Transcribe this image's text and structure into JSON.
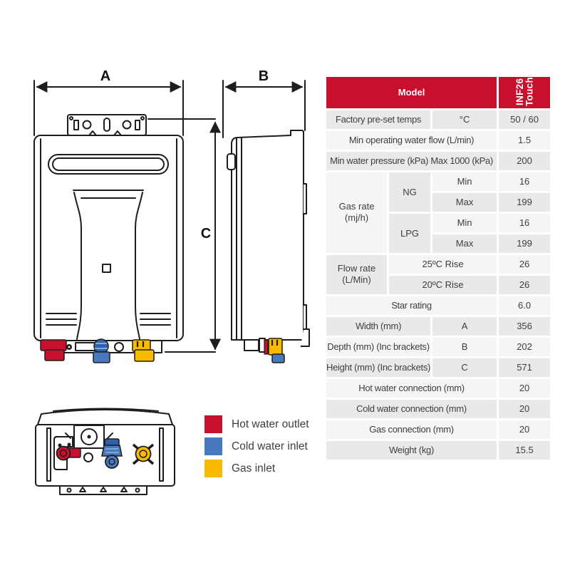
{
  "colors": {
    "brand_red": "#C8102E",
    "hot_water_red": "#C8102E",
    "cold_water_blue": "#4878BE",
    "gas_yellow": "#FBBA00",
    "row_gray": "#E9E9E9",
    "row_light": "#F5F5F5",
    "text": "#3E3E3E",
    "line_art": "#1D1D1B"
  },
  "diagram": {
    "dimension_labels": {
      "width": "A",
      "depth": "B",
      "height": "C"
    },
    "legend": [
      {
        "name": "hot-water-outlet",
        "label": "Hot water outlet",
        "color": "#C8102E"
      },
      {
        "name": "cold-water-inlet",
        "label": "Cold water inlet",
        "color": "#4878BE"
      },
      {
        "name": "gas-inlet",
        "label": "Gas inlet",
        "color": "#FBBA00"
      }
    ]
  },
  "table": {
    "header": {
      "model_label": "Model",
      "model_value": "INF26 Touch"
    },
    "rows": [
      {
        "label": "Factory pre-set temps",
        "unit": "°C",
        "value": "50 / 60"
      },
      {
        "label": "Min operating water flow (L/min)",
        "value": "1.5"
      },
      {
        "label": "Min water pressure (kPa) Max 1000 (kPa)",
        "value": "200"
      },
      {
        "group_l1": "Gas rate",
        "group_l2": "(mj/h)",
        "fuel": "NG",
        "limit": "Min",
        "value": "16"
      },
      {
        "limit": "Max",
        "value": "199"
      },
      {
        "fuel": "LPG",
        "limit": "Min",
        "value": "16"
      },
      {
        "limit": "Max",
        "value": "199"
      },
      {
        "group_l1": "Flow rate",
        "group_l2": "(L/Min)",
        "rise": "25ºC Rise",
        "value": "26"
      },
      {
        "rise": "20ºC Rise",
        "value": "26"
      },
      {
        "label": "Star rating",
        "value": "6.0"
      },
      {
        "label": "Width (mm)",
        "unit": "A",
        "value": "356"
      },
      {
        "label": "Depth (mm) (Inc brackets)",
        "unit": "B",
        "value": "202"
      },
      {
        "label": "Height (mm) (Inc brackets)",
        "unit": "C",
        "value": "571"
      },
      {
        "label": "Hot water connection (mm)",
        "value": "20"
      },
      {
        "label": "Cold water connection (mm)",
        "value": "20"
      },
      {
        "label": "Gas connection (mm)",
        "value": "20"
      },
      {
        "label": "Weight (kg)",
        "value": "15.5"
      }
    ]
  }
}
